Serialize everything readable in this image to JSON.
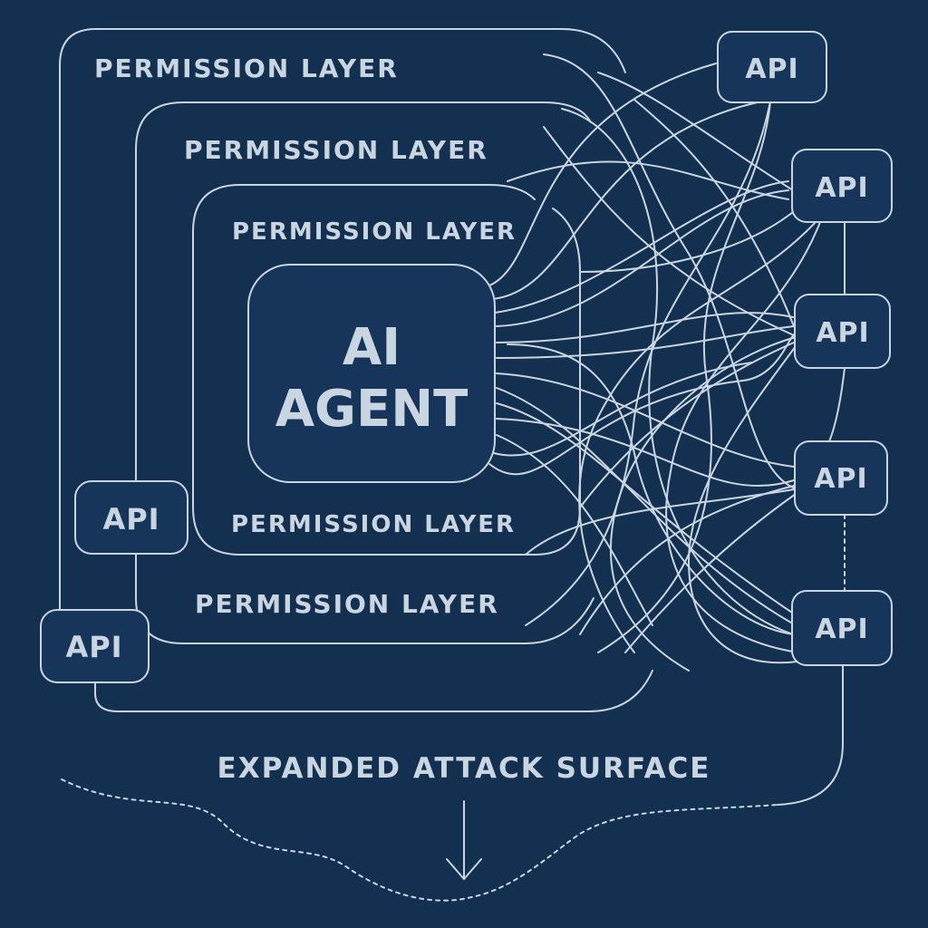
{
  "layers": [
    {
      "label": "PERMISSION LAYER"
    },
    {
      "label": "PERMISSION LAYER"
    },
    {
      "label": "PERMISSION LAYER"
    },
    {
      "label": "PERMISSION LAYER"
    },
    {
      "label": "PERMISSION LAYER"
    }
  ],
  "agent": {
    "line1": "AI",
    "line2": "AGENT"
  },
  "apis": [
    {
      "label": "API"
    },
    {
      "label": "API"
    },
    {
      "label": "API"
    },
    {
      "label": "API"
    },
    {
      "label": "API"
    },
    {
      "label": "API"
    },
    {
      "label": "API"
    }
  ],
  "footer": {
    "label": "EXPANDED ATTACK SURFACE"
  },
  "colors": {
    "background": "#143050",
    "stroke": "#c9d6e1",
    "node_fill": "#17345a"
  }
}
